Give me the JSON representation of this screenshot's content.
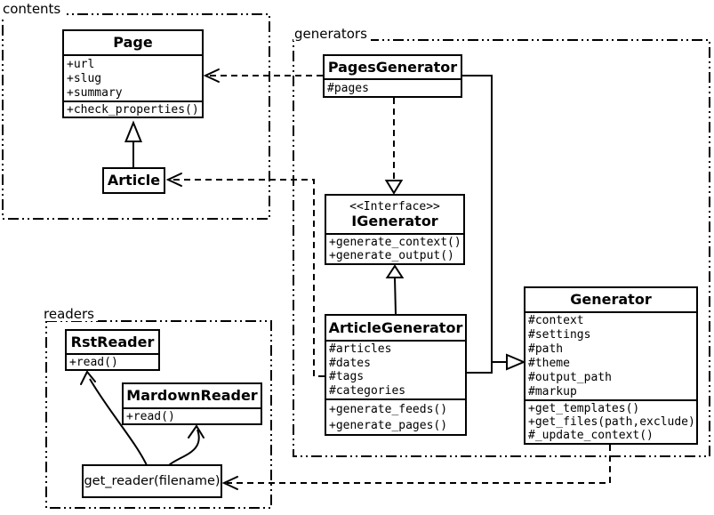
{
  "diagram": {
    "packages": {
      "contents": {
        "label": "contents"
      },
      "generators": {
        "label": "generators"
      },
      "readers": {
        "label": "readers"
      }
    },
    "classes": {
      "page": {
        "name": "Page",
        "attributes": [
          "+url",
          "+slug",
          "+summary"
        ],
        "methods": [
          "+check_properties()"
        ]
      },
      "article": {
        "name": "Article"
      },
      "pages_generator": {
        "name": "PagesGenerator",
        "attributes": [
          "#pages"
        ]
      },
      "igenerator": {
        "stereotype": "<<Interface>>",
        "name": "IGenerator",
        "methods": [
          "+generate_context()",
          "+generate_output()"
        ]
      },
      "article_generator": {
        "name": "ArticleGenerator",
        "attributes": [
          "#articles",
          "#dates",
          "#tags",
          "#categories"
        ],
        "methods": [
          "+generate_feeds()",
          "+generate_pages()"
        ]
      },
      "generator": {
        "name": "Generator",
        "attributes": [
          "#context",
          "#settings",
          "#path",
          "#theme",
          "#output_path",
          "#markup"
        ],
        "methods": [
          "+get_templates()",
          "+get_files(path,exclude)",
          "#_update_context()"
        ]
      },
      "rst_reader": {
        "name": "RstReader",
        "methods": [
          "+read()"
        ]
      },
      "mardown_reader": {
        "name": "MardownReader",
        "methods": [
          "+read()"
        ]
      },
      "get_reader": {
        "name": "get_reader(filename)"
      }
    },
    "relations": [
      {
        "type": "generalization",
        "from": "Article",
        "to": "Page"
      },
      {
        "type": "dependency",
        "from": "PagesGenerator",
        "to": "Page"
      },
      {
        "type": "dependency",
        "from": "ArticleGenerator",
        "to": "Article"
      },
      {
        "type": "realization",
        "from": "PagesGenerator",
        "to": "IGenerator"
      },
      {
        "type": "generalization",
        "from": "ArticleGenerator",
        "to": "IGenerator"
      },
      {
        "type": "generalization",
        "from": "PagesGenerator",
        "to": "Generator"
      },
      {
        "type": "generalization",
        "from": "ArticleGenerator",
        "to": "Generator"
      },
      {
        "type": "dependency",
        "from": "Generator",
        "to": "get_reader(filename)"
      },
      {
        "type": "arrow",
        "from": "get_reader(filename)",
        "to": "RstReader"
      },
      {
        "type": "arrow",
        "from": "get_reader(filename)",
        "to": "MardownReader"
      }
    ],
    "colors": {
      "stroke": "#000000",
      "background": "#ffffff"
    }
  }
}
